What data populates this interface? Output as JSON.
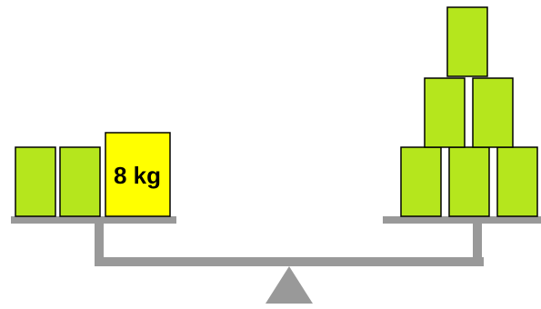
{
  "colors": {
    "background": "#ffffff",
    "beam": "#999999",
    "green_block": "#b5e61d",
    "weight_block": "#ffff00",
    "outline": "#000000"
  },
  "left_pan": {
    "green_block_count": 2,
    "weight_label": "8 kg"
  },
  "right_pan": {
    "green_block_count": 6,
    "rows": [
      3,
      2,
      1
    ]
  }
}
